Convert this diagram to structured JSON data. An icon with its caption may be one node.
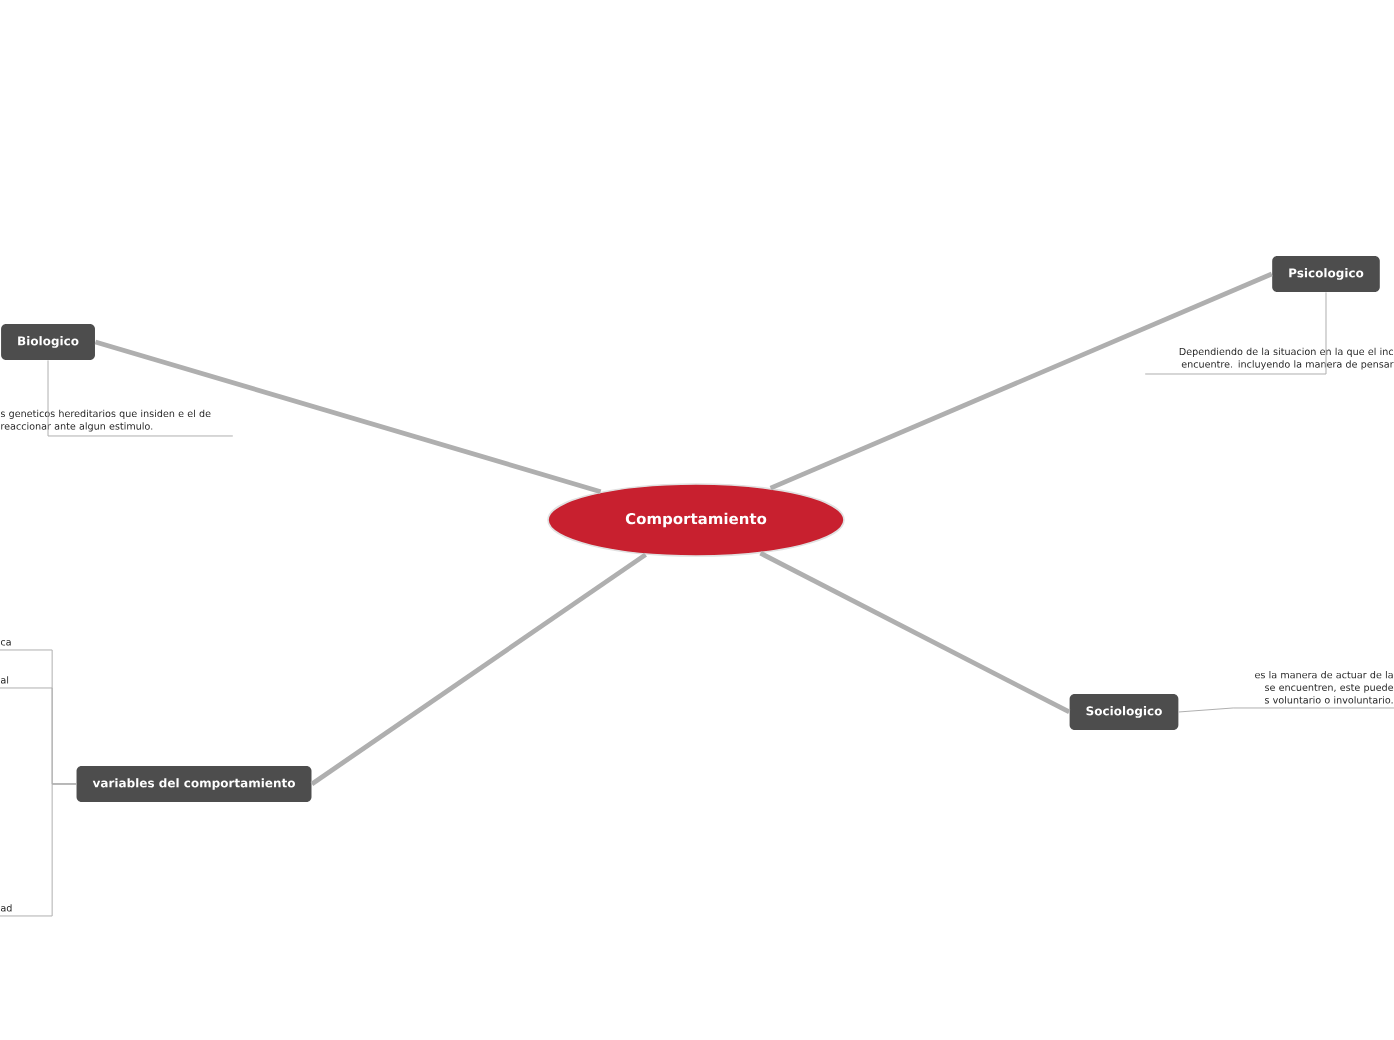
{
  "diagram": {
    "nodes": [
      {
        "text": [
          "Comportamiento"
        ]
      },
      {
        "text": [
          "Biologico"
        ]
      },
      {
        "text": [
          "s geneticos hereditarios que insiden e el de reaccionar ante algun estimulo."
        ]
      },
      {
        "text": [
          "Psicologico"
        ]
      },
      {
        "text": [
          "Dependiendo de la situacion en la que el inc encuentre. incluyendo la manera de pensar"
        ]
      },
      {
        "text": [
          "Sociologico"
        ]
      },
      {
        "text": [
          "es la manera de actuar de la se encuentren, este puede s voluntario o involuntario."
        ]
      },
      {
        "text": [
          "variables del comportamiento"
        ]
      },
      {
        "text": [
          "ca"
        ]
      },
      {
        "text": [
          "al"
        ]
      },
      {
        "text": [
          "ad"
        ]
      }
    ],
    "edges": [
      {
        "from": 0,
        "to": 1,
        "arrow": "none",
        "style": "thick"
      },
      {
        "from": 0,
        "to": 3,
        "arrow": "none",
        "style": "thick"
      },
      {
        "from": 0,
        "to": 5,
        "arrow": "none",
        "style": "thick"
      },
      {
        "from": 0,
        "to": 7,
        "arrow": "none",
        "style": "thick"
      },
      {
        "from": 1,
        "to": 2,
        "arrow": "none"
      },
      {
        "from": 3,
        "to": 4,
        "arrow": "none"
      },
      {
        "from": 5,
        "to": 6,
        "arrow": "none"
      },
      {
        "from": 7,
        "to": 8,
        "arrow": "none"
      },
      {
        "from": 7,
        "to": 9,
        "arrow": "none"
      },
      {
        "from": 7,
        "to": 10,
        "arrow": "none"
      }
    ]
  }
}
